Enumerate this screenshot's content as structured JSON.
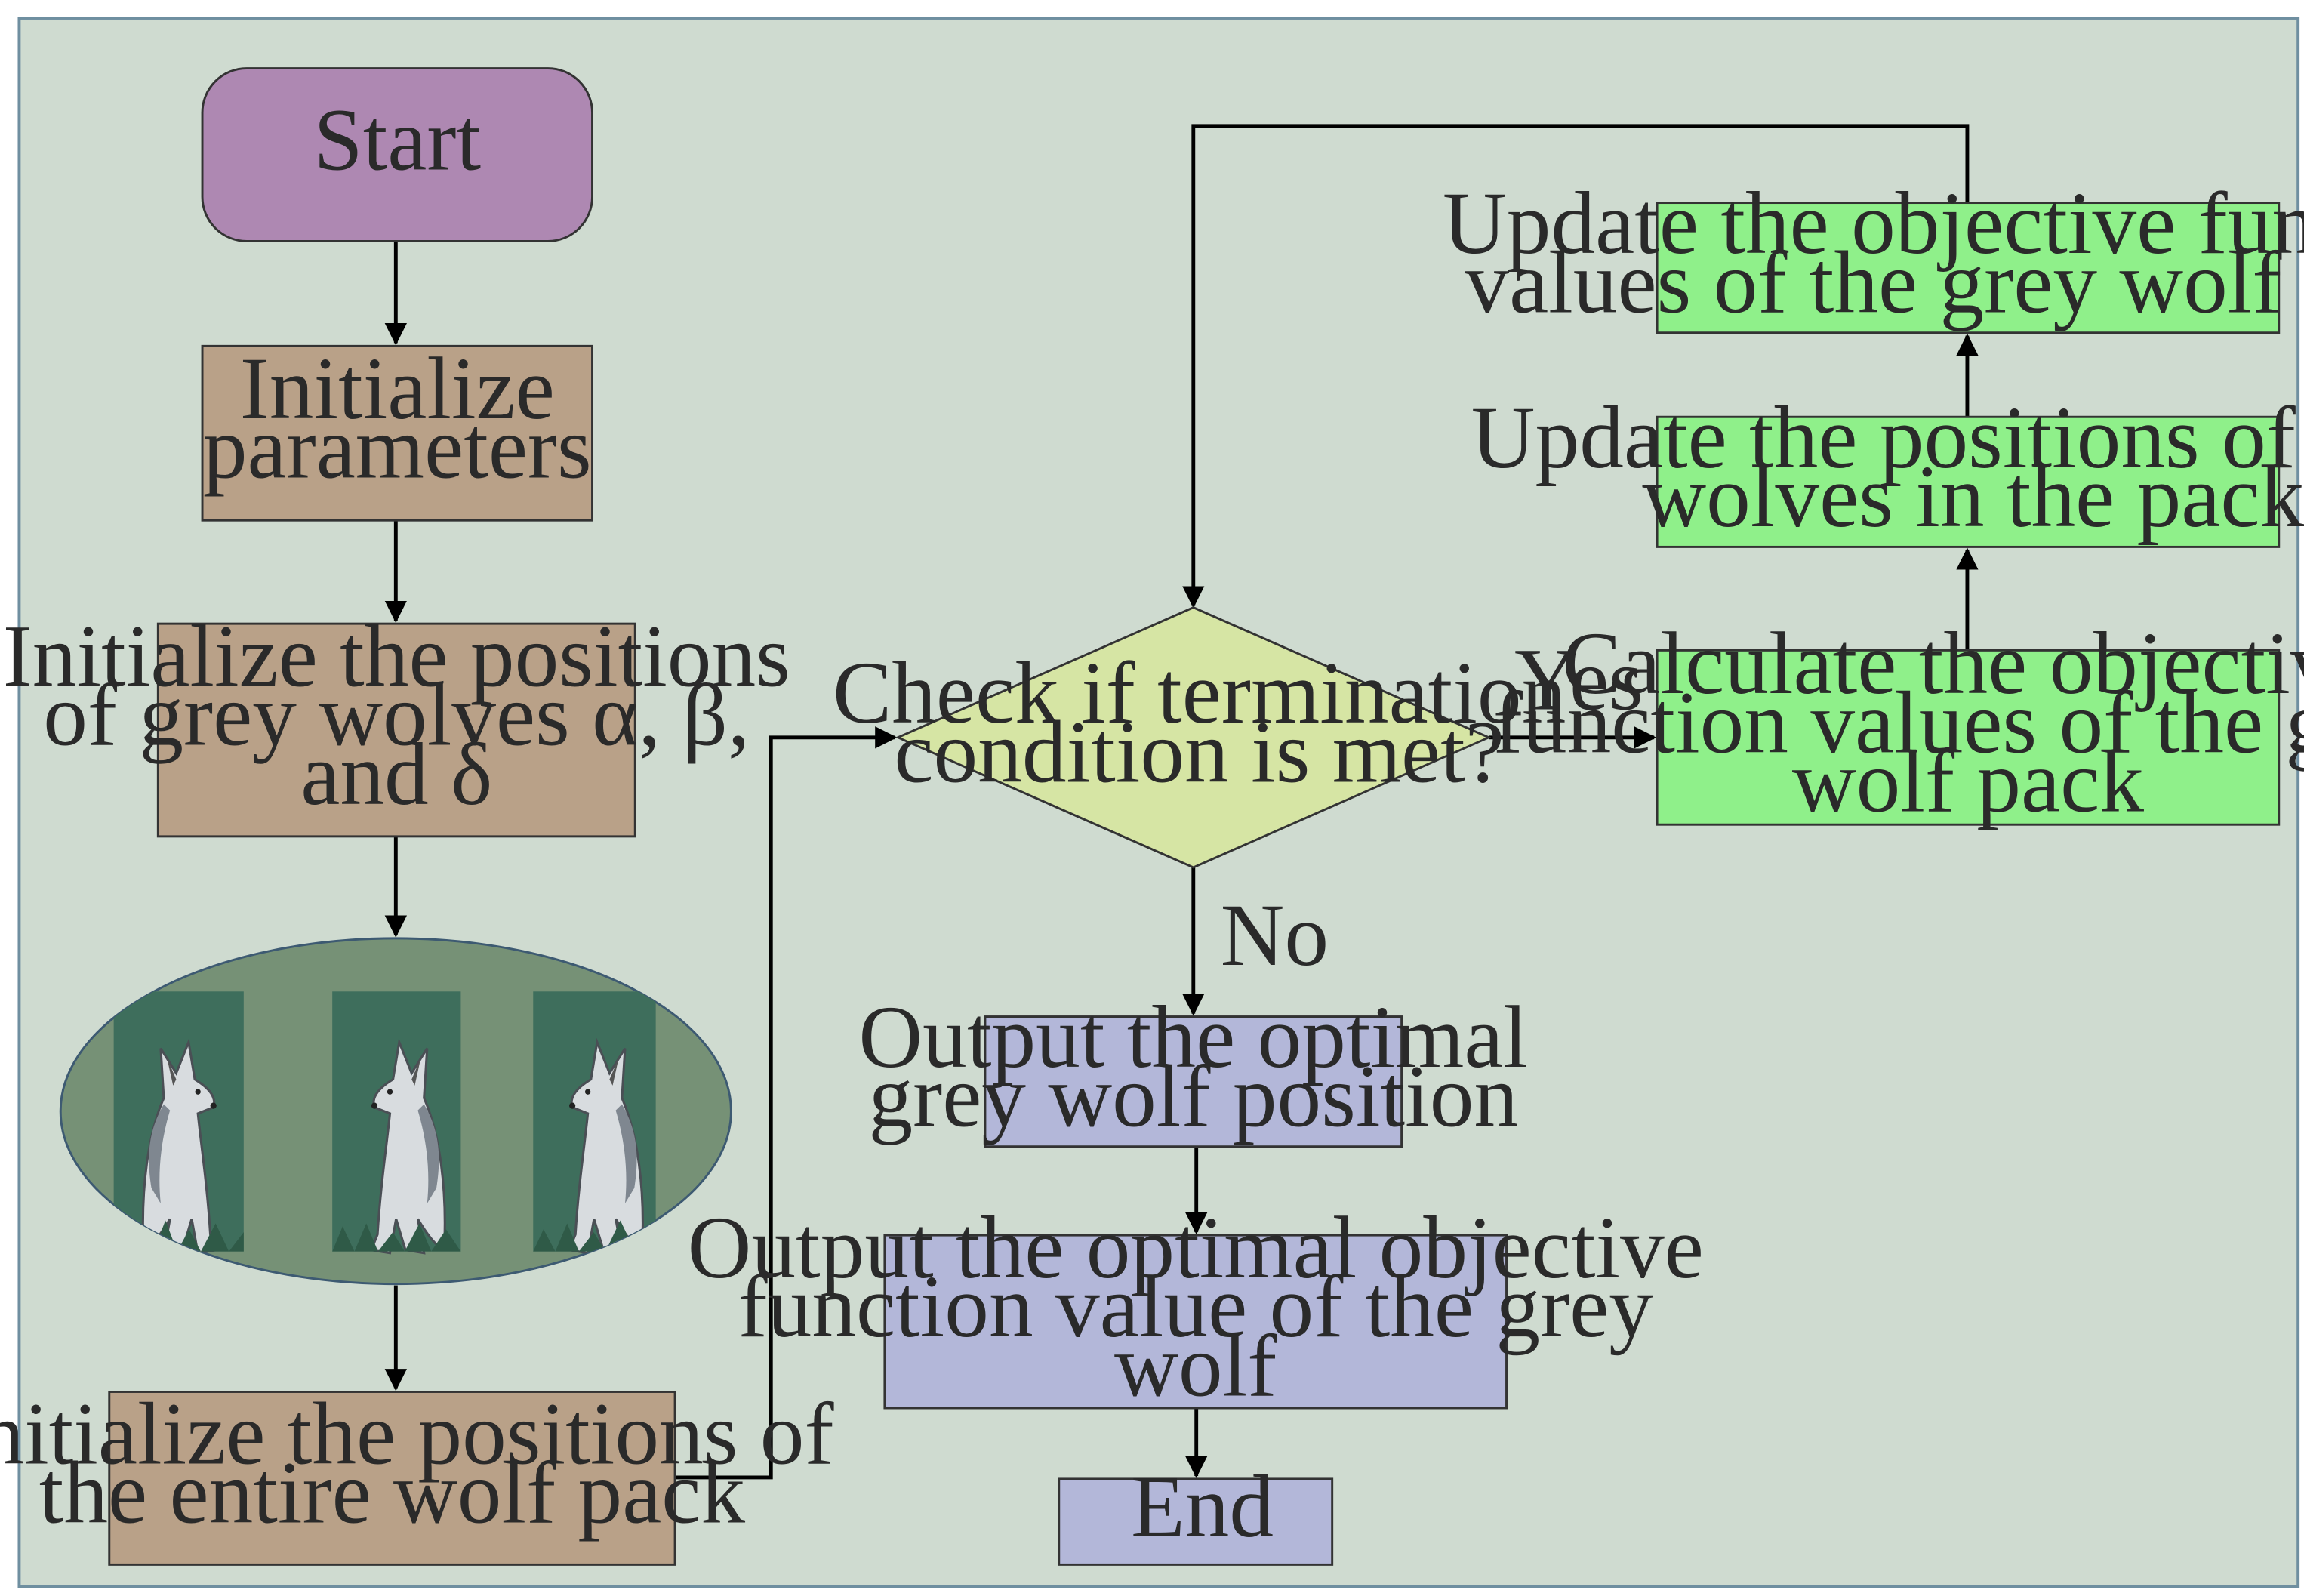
{
  "colors": {
    "background": "#cfdbd0",
    "start_fill": "#ae88b2",
    "init_fill": "#b9a188",
    "decision_fill": "#d6e5a4",
    "update_fill": "#8ff08a",
    "output_fill": "#b3b7d9",
    "pack_ellipse": "#769176",
    "wolf_panel": "#3e6e5c",
    "line": "#000000"
  },
  "nodes": {
    "start": [
      "Start"
    ],
    "init_params": [
      "Initialize",
      "parameters"
    ],
    "init_leaders": [
      "Initialize the positions",
      "of grey wolves α, β,",
      "and δ"
    ],
    "pack_image": "grey-wolf-pack-illustration",
    "init_pack": [
      "Initialize the positions of",
      "the entire wolf pack"
    ],
    "decision": [
      "Check if termination",
      "condition is met?"
    ],
    "calc_fitness": [
      "Calculate the objective",
      "function values of the grey",
      "wolf pack"
    ],
    "update_positions": [
      "Update the positions of grey",
      "wolves in the pack"
    ],
    "update_fitness": [
      "Update the objective function",
      "values of the grey wolf pack"
    ],
    "output_position": [
      "Output the optimal",
      "grey wolf position"
    ],
    "output_value": [
      "Output the optimal objective",
      "function value of the grey",
      "wolf"
    ],
    "end": [
      "End"
    ]
  },
  "edge_labels": {
    "yes": "Yes",
    "no": "No"
  }
}
